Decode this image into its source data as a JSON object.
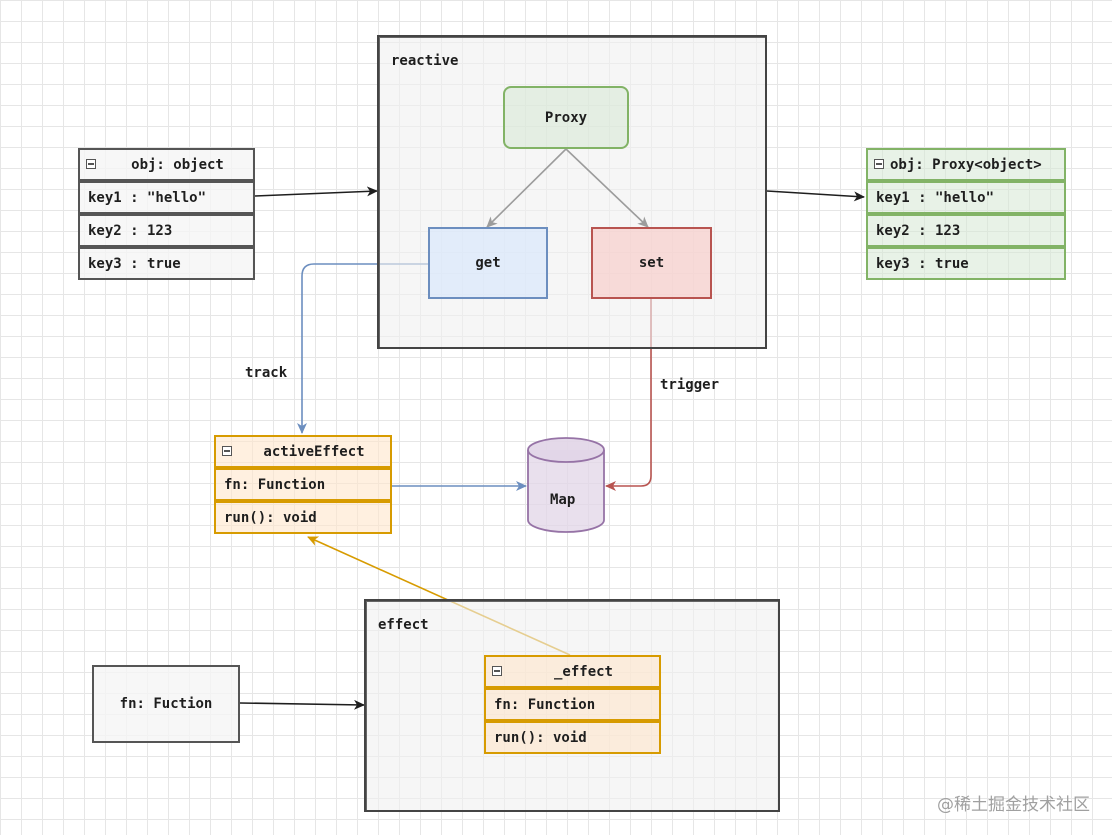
{
  "containers": {
    "reactive": "reactive",
    "effect": "effect"
  },
  "nodes": {
    "proxy": "Proxy",
    "get": "get",
    "set": "set",
    "fn": "fn: Fuction",
    "map": "Map"
  },
  "obj_class": {
    "header": "obj: object",
    "rows": [
      "key1 : \"hello\"",
      "key2 : 123",
      "key3 : true"
    ]
  },
  "proxy_class": {
    "header": "obj: Proxy<object>",
    "rows": [
      "key1 : \"hello\"",
      "key2 : 123",
      "key3 : true"
    ]
  },
  "active_effect": {
    "header": "activeEffect",
    "rows": [
      "fn: Function",
      "run(): void"
    ]
  },
  "inner_effect": {
    "header": "_effect",
    "rows": [
      "fn: Function",
      "run(): void"
    ]
  },
  "edge_labels": {
    "track": "track",
    "trigger": "trigger"
  },
  "colors": {
    "green": "#82b366",
    "blue": "#6c8ebf",
    "red": "#b85450",
    "orange": "#d79b00",
    "purple": "#9673a6",
    "dark": "#1e1e1e"
  },
  "watermark": "@稀土掘金技术社区"
}
